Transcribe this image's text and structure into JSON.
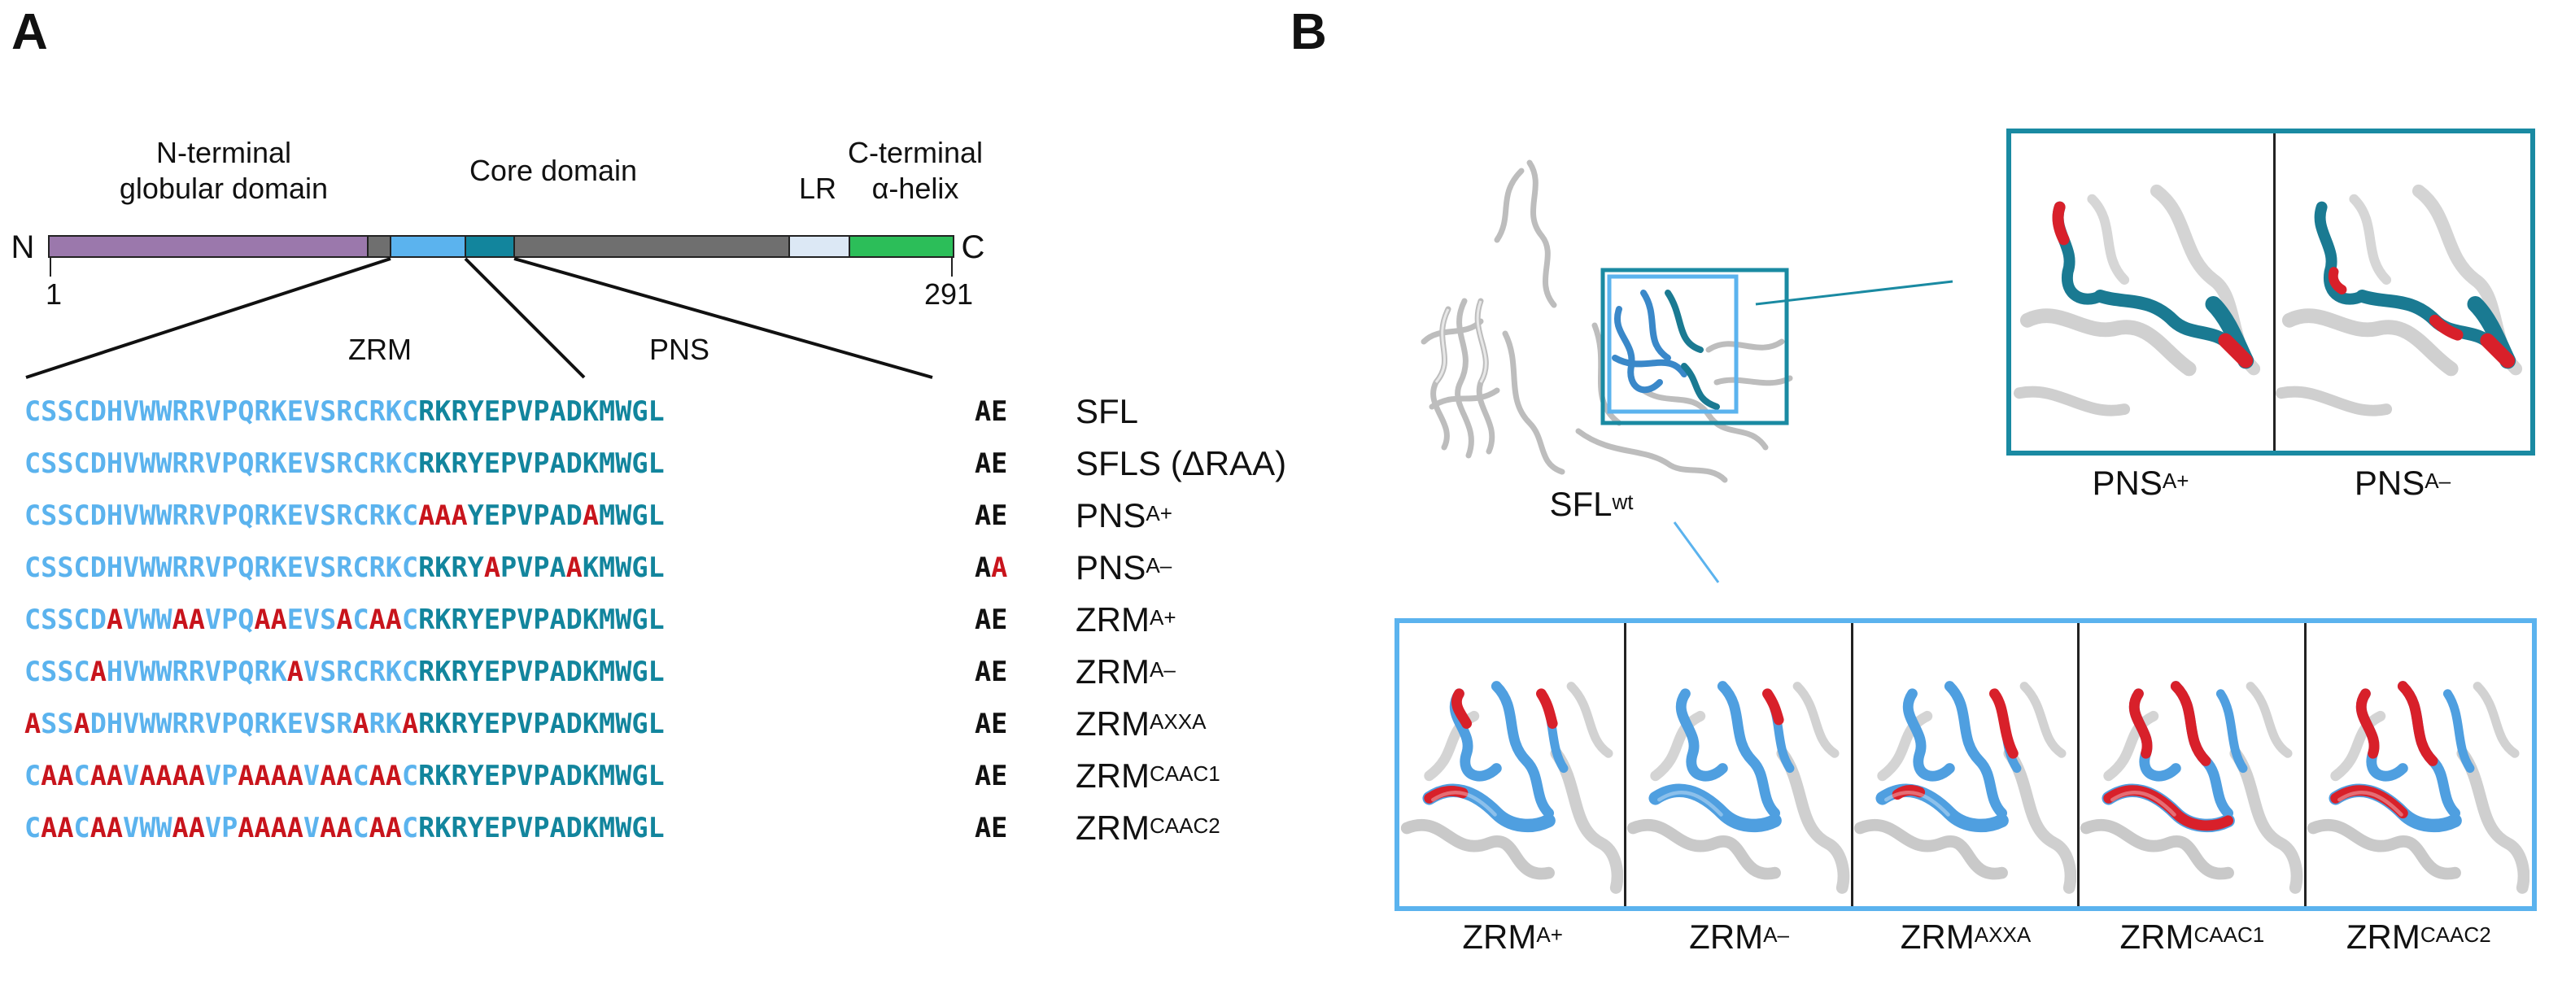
{
  "panels": {
    "a": "A",
    "b": "B"
  },
  "domain_bar": {
    "n_end": "N",
    "c_end": "C",
    "start_residue": "1",
    "end_residue": "291",
    "labels": {
      "n_terminal": "N-terminal\nglobular domain",
      "core": "Core domain",
      "lr": "LR",
      "c_terminal": "C-terminal\nα-helix"
    },
    "zoom_labels": {
      "zrm": "ZRM",
      "pns": "PNS"
    },
    "colors": {
      "n_terminal": "#9b78ac",
      "linker": "#6f6f6f",
      "zrm": "#5bb3ee",
      "pns": "#12859d",
      "core": "#6f6f6f",
      "lr": "#dce8f5",
      "c_terminal": "#2cbe59"
    }
  },
  "colors": {
    "zrm": "#5bb3ee",
    "pns": "#12859d",
    "mutation": "#c8141c",
    "frame_pns": "#1a8aa2",
    "frame_zrm": "#5bb3ee"
  },
  "variants": [
    {
      "zrm": "CSSCDHVWWRRVPQRKEVSRCRKC",
      "pns": "RKRYEPVPADKMWGL",
      "tail": "AE",
      "name": "SFL",
      "sup": ""
    },
    {
      "zrm": "CSSCDHVWWRRVPQRKEVSRCRKC",
      "pns": "RKRYEPVPADKMWGL",
      "tail": "AE",
      "name": "SFLS (ΔRAA)",
      "sup": ""
    },
    {
      "zrm": "CSSCDHVWWRRVPQRKEVSRCRKC",
      "pns": "AAAYEPVPADAMWGL",
      "tail": "AE",
      "name": "PNS",
      "sup": "A+"
    },
    {
      "zrm": "CSSCDHVWWRRVPQRKEVSRCRKC",
      "pns": "RKRYAPVPAAKMWGL",
      "tail": "AA",
      "name": "PNS",
      "sup": "A–"
    },
    {
      "zrm": "CSSCDAVWWAAVPQAAEVSACAAC",
      "pns": "RKRYEPVPADKMWGL",
      "tail": "AE",
      "name": "ZRM",
      "sup": "A+"
    },
    {
      "zrm": "CSSCAHVWWRRVPQRKAVSRCRKC",
      "pns": "RKRYEPVPADKMWGL",
      "tail": "AE",
      "name": "ZRM",
      "sup": "A–"
    },
    {
      "zrm": "ASSADHVWWRRVPQRKEVSRARKA",
      "pns": "RKRYEPVPADKMWGL",
      "tail": "AE",
      "name": "ZRM",
      "sup": "AXXA"
    },
    {
      "zrm": "CAACAAVAAAAVPAAAAVAACAAC",
      "pns": "RKRYEPVPADKMWGL",
      "tail": "AE",
      "name": "ZRM",
      "sup": "CAAC1"
    },
    {
      "zrm": "CAACAAVWWAAVPAAAAVAACAAC",
      "pns": "RKRYEPVPADKMWGL",
      "tail": "AE",
      "name": "ZRM",
      "sup": "CAAC2"
    }
  ],
  "structure_label": {
    "text": "SFL",
    "sup": "wt"
  },
  "pns_panels": [
    {
      "name": "PNS",
      "sup": "A+"
    },
    {
      "name": "PNS",
      "sup": "A–"
    }
  ],
  "zrm_panels": [
    {
      "name": "ZRM",
      "sup": "A+"
    },
    {
      "name": "ZRM",
      "sup": "A–"
    },
    {
      "name": "ZRM",
      "sup": "AXXA"
    },
    {
      "name": "ZRM",
      "sup": "CAAC1"
    },
    {
      "name": "ZRM",
      "sup": "CAAC2"
    }
  ]
}
